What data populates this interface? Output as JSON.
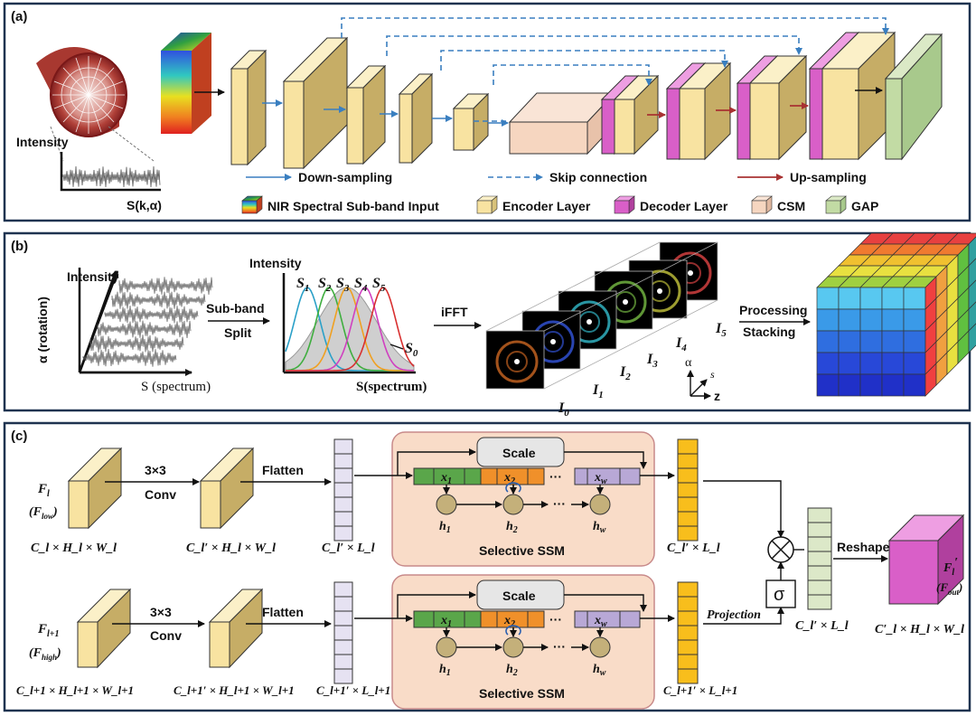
{
  "panels": {
    "a": {
      "label": "(a)"
    },
    "b": {
      "label": "(b)"
    },
    "c": {
      "label": "(c)"
    }
  },
  "panel_a": {
    "intensity": "Intensity",
    "signal_label": "S(k,α)",
    "legend": {
      "down": "Down-sampling",
      "skip": "Skip connection",
      "up": "Up-sampling",
      "nir": "NIR Spectral Sub-band Input",
      "encoder": "Encoder Layer",
      "decoder": "Decoder Layer",
      "csm": "CSM",
      "gap": "GAP"
    },
    "colors": {
      "encoder": "#f8e3a1",
      "decoder": "#d95fc8",
      "csm": "#f6d6c0",
      "gap": "#c2dba4",
      "down": "#3a7fc0",
      "up": "#a83232"
    }
  },
  "panel_b": {
    "intensity_3d": "Intensity",
    "alpha_axis": "α (rotation)",
    "s_axis": "S (spectrum)",
    "split_top": "Sub-band",
    "split_bottom": "Split",
    "intensity_2": "Intensity",
    "s_axis_2": "S(spectrum)",
    "bands": [
      "S",
      "S",
      "S",
      "S",
      "S"
    ],
    "band_subs": [
      "1",
      "2",
      "3",
      "4",
      "5"
    ],
    "s0": "S",
    "s0_sub": "0",
    "ifft": "iFFT",
    "images": [
      "I",
      "I",
      "I",
      "I",
      "I",
      "I"
    ],
    "image_subs": [
      "0",
      "1",
      "2",
      "3",
      "4",
      "5"
    ],
    "axes3d": {
      "alpha": "α",
      "s": "s",
      "z": "z"
    },
    "proc_top": "Processing",
    "proc_bottom": "Stacking"
  },
  "panel_c": {
    "top": {
      "f": "F",
      "f_sub": "l",
      "f_alt": "(F",
      "f_alt_sub": "low",
      "f_alt_end": ")",
      "conv_top": "3×3",
      "conv_bottom": "Conv",
      "flatten": "Flatten",
      "dim_in": "C_l × H_l × W_l",
      "dim_conv": "C_l′ × H_l × W_l",
      "dim_flat": "C_l′ × L_l",
      "dim_out": "C_l′ × L_l",
      "scale": "Scale",
      "ssm": "Selective SSM",
      "x": [
        "x",
        "x",
        "x"
      ],
      "x_subs": [
        "1",
        "2",
        "w"
      ],
      "h": [
        "h",
        "h",
        "h"
      ],
      "h_subs": [
        "1",
        "2",
        "w"
      ],
      "dots": "···"
    },
    "bottom": {
      "f": "F",
      "f_sub": "l+1",
      "f_alt": "(F",
      "f_alt_sub": "high",
      "f_alt_end": ")",
      "conv_top": "3×3",
      "conv_bottom": "Conv",
      "flatten": "Flatten",
      "dim_in": "C_l+1 × H_l+1 × W_l+1",
      "dim_conv": "C_l+1′ × H_l+1 × W_l+1",
      "dim_flat": "C_l+1′ × L_l+1",
      "dim_out": "C_l+1′ × L_l+1",
      "scale": "Scale",
      "ssm": "Selective SSM",
      "x": [
        "x",
        "x",
        "x"
      ],
      "x_subs": [
        "1",
        "2",
        "w"
      ],
      "h": [
        "h",
        "h",
        "h"
      ],
      "h_subs": [
        "1",
        "2",
        "w"
      ],
      "dots": "···"
    },
    "projection": "Projection",
    "sigma": "σ",
    "times": "⊗",
    "reshape": "Reshape",
    "dim_mid": "C_l′ × L_l",
    "dim_final": "C′_l × H_l × W_l",
    "f_out": "F",
    "f_out_sub": "l",
    "f_out_prime": "′",
    "f_out_alt": "(F",
    "f_out_alt_sub": "out",
    "f_out_alt_end": ")"
  }
}
